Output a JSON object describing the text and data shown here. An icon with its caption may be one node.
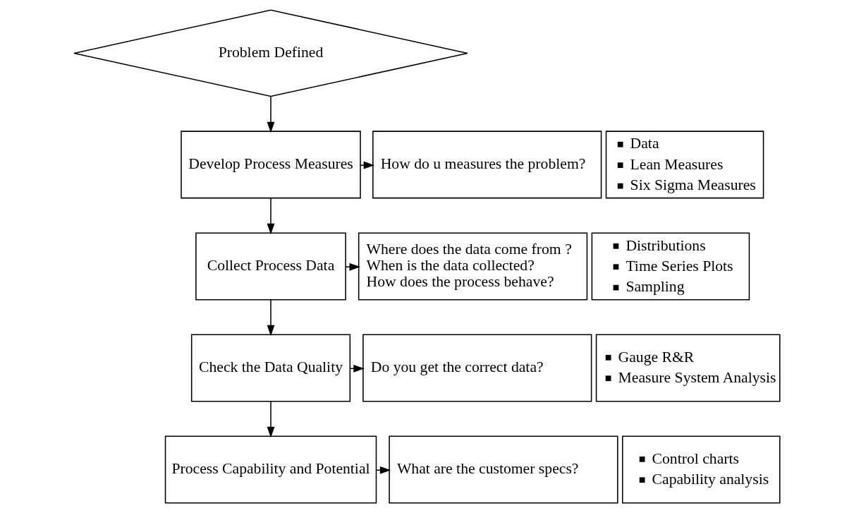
{
  "diagram": {
    "nodes": [
      {
        "text": [
          "Problem Defined"
        ]
      },
      {
        "text": [
          "Develop Process Measures"
        ]
      },
      {
        "text": [
          "How do u measures the problem?"
        ]
      },
      {
        "text": [
          "Data",
          "Lean Measures",
          "Six Sigma Measures"
        ]
      },
      {
        "text": [
          "Collect Process Data"
        ]
      },
      {
        "text": [
          "Where does the data come from ?",
          "When is the data collected?",
          "How does the process behave?"
        ]
      },
      {
        "text": [
          "Distributions",
          "Time Series Plots",
          "Sampling"
        ]
      },
      {
        "text": [
          "Check the Data Quality"
        ]
      },
      {
        "text": [
          "Do you get the correct data?"
        ]
      },
      {
        "text": [
          "Gauge R&R",
          "Measure System Analysis"
        ]
      },
      {
        "text": [
          "Process Capability and Potential"
        ]
      },
      {
        "text": [
          "What are the customer specs?"
        ]
      },
      {
        "text": [
          "Control charts",
          "Capability analysis"
        ]
      }
    ],
    "edges": [
      {
        "from": 0,
        "to": 1,
        "arrow": "to"
      },
      {
        "from": 1,
        "to": 2,
        "arrow": "to"
      },
      {
        "from": 1,
        "to": 4,
        "arrow": "to"
      },
      {
        "from": 4,
        "to": 5,
        "arrow": "to"
      },
      {
        "from": 4,
        "to": 7,
        "arrow": "to"
      },
      {
        "from": 7,
        "to": 8,
        "arrow": "to"
      },
      {
        "from": 7,
        "to": 10,
        "arrow": "to"
      },
      {
        "from": 10,
        "to": 11,
        "arrow": "to"
      }
    ]
  }
}
